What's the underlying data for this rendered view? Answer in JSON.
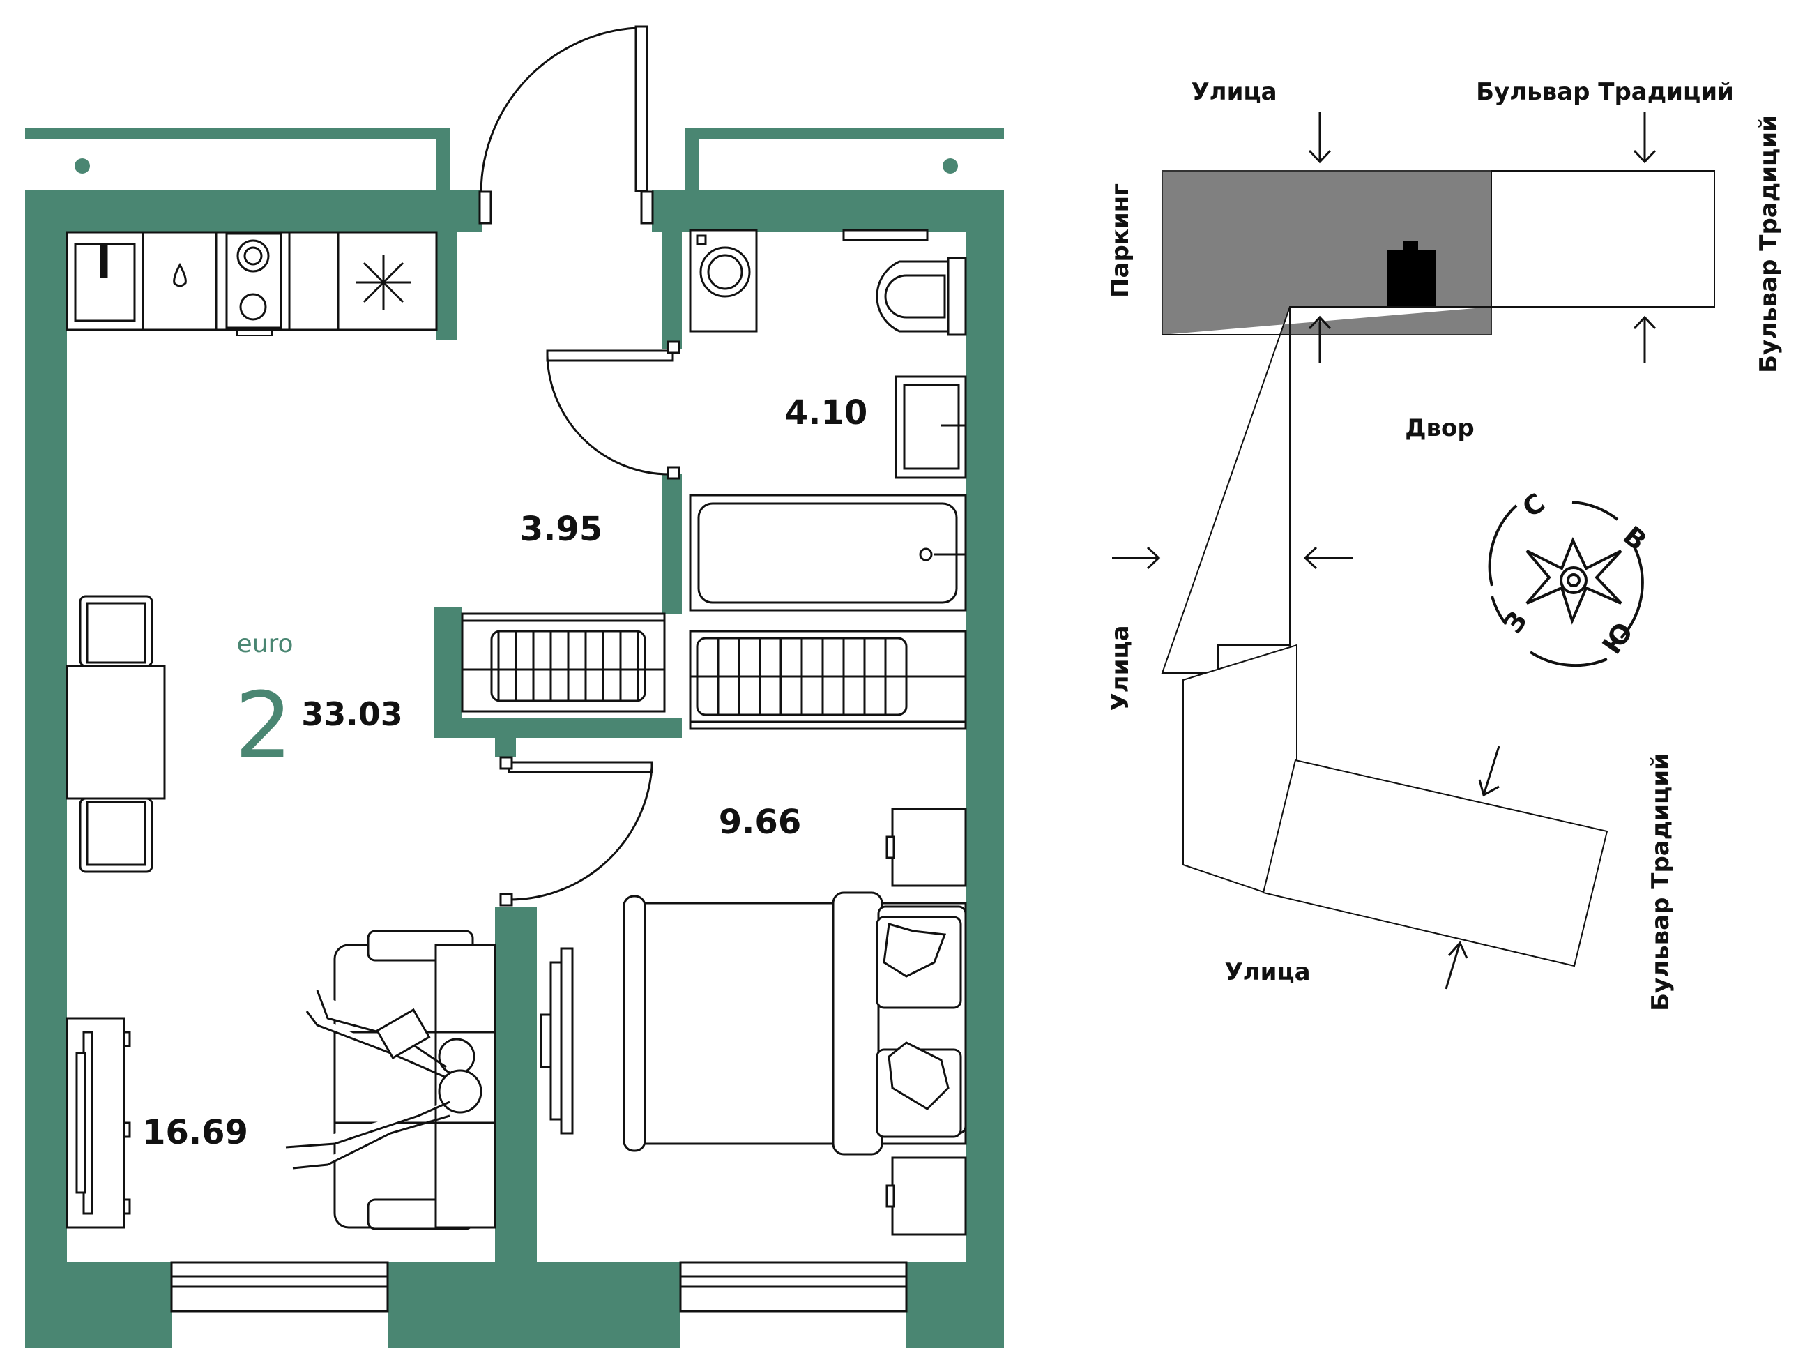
{
  "plan": {
    "apartment_type": "euro",
    "rooms": "2",
    "total_area": "33.03",
    "areas": {
      "bathroom": "4.10",
      "hallway": "3.95",
      "bedroom": "9.66",
      "living_kitchen": "16.69"
    }
  },
  "site": {
    "label_street_top": "Улица",
    "label_boulevard_top": "Бульвар Традиций",
    "label_boulevard_right": "Бульвар Традиций",
    "label_parking": "Паркинг",
    "label_yard": "Двор",
    "label_street_left": "Улица",
    "label_street_bottom": "Улица",
    "label_boulevard_bottom_right": "Бульвар Традиций"
  },
  "compass": {
    "north": "С",
    "east": "В",
    "south": "Ю",
    "west": "З"
  },
  "colors": {
    "wall": "#4a8672",
    "parking_fill": "#808080"
  },
  "icons": [
    "sink-icon",
    "water-drop-icon",
    "stove-icon",
    "fridge-snowflake-icon",
    "washing-machine-icon",
    "toilet-icon",
    "bathtub-icon",
    "radiator-icon",
    "table-icon",
    "chair-icon",
    "sofa-icon",
    "bed-icon",
    "tv-icon",
    "compass-icon",
    "arrow-icon"
  ]
}
